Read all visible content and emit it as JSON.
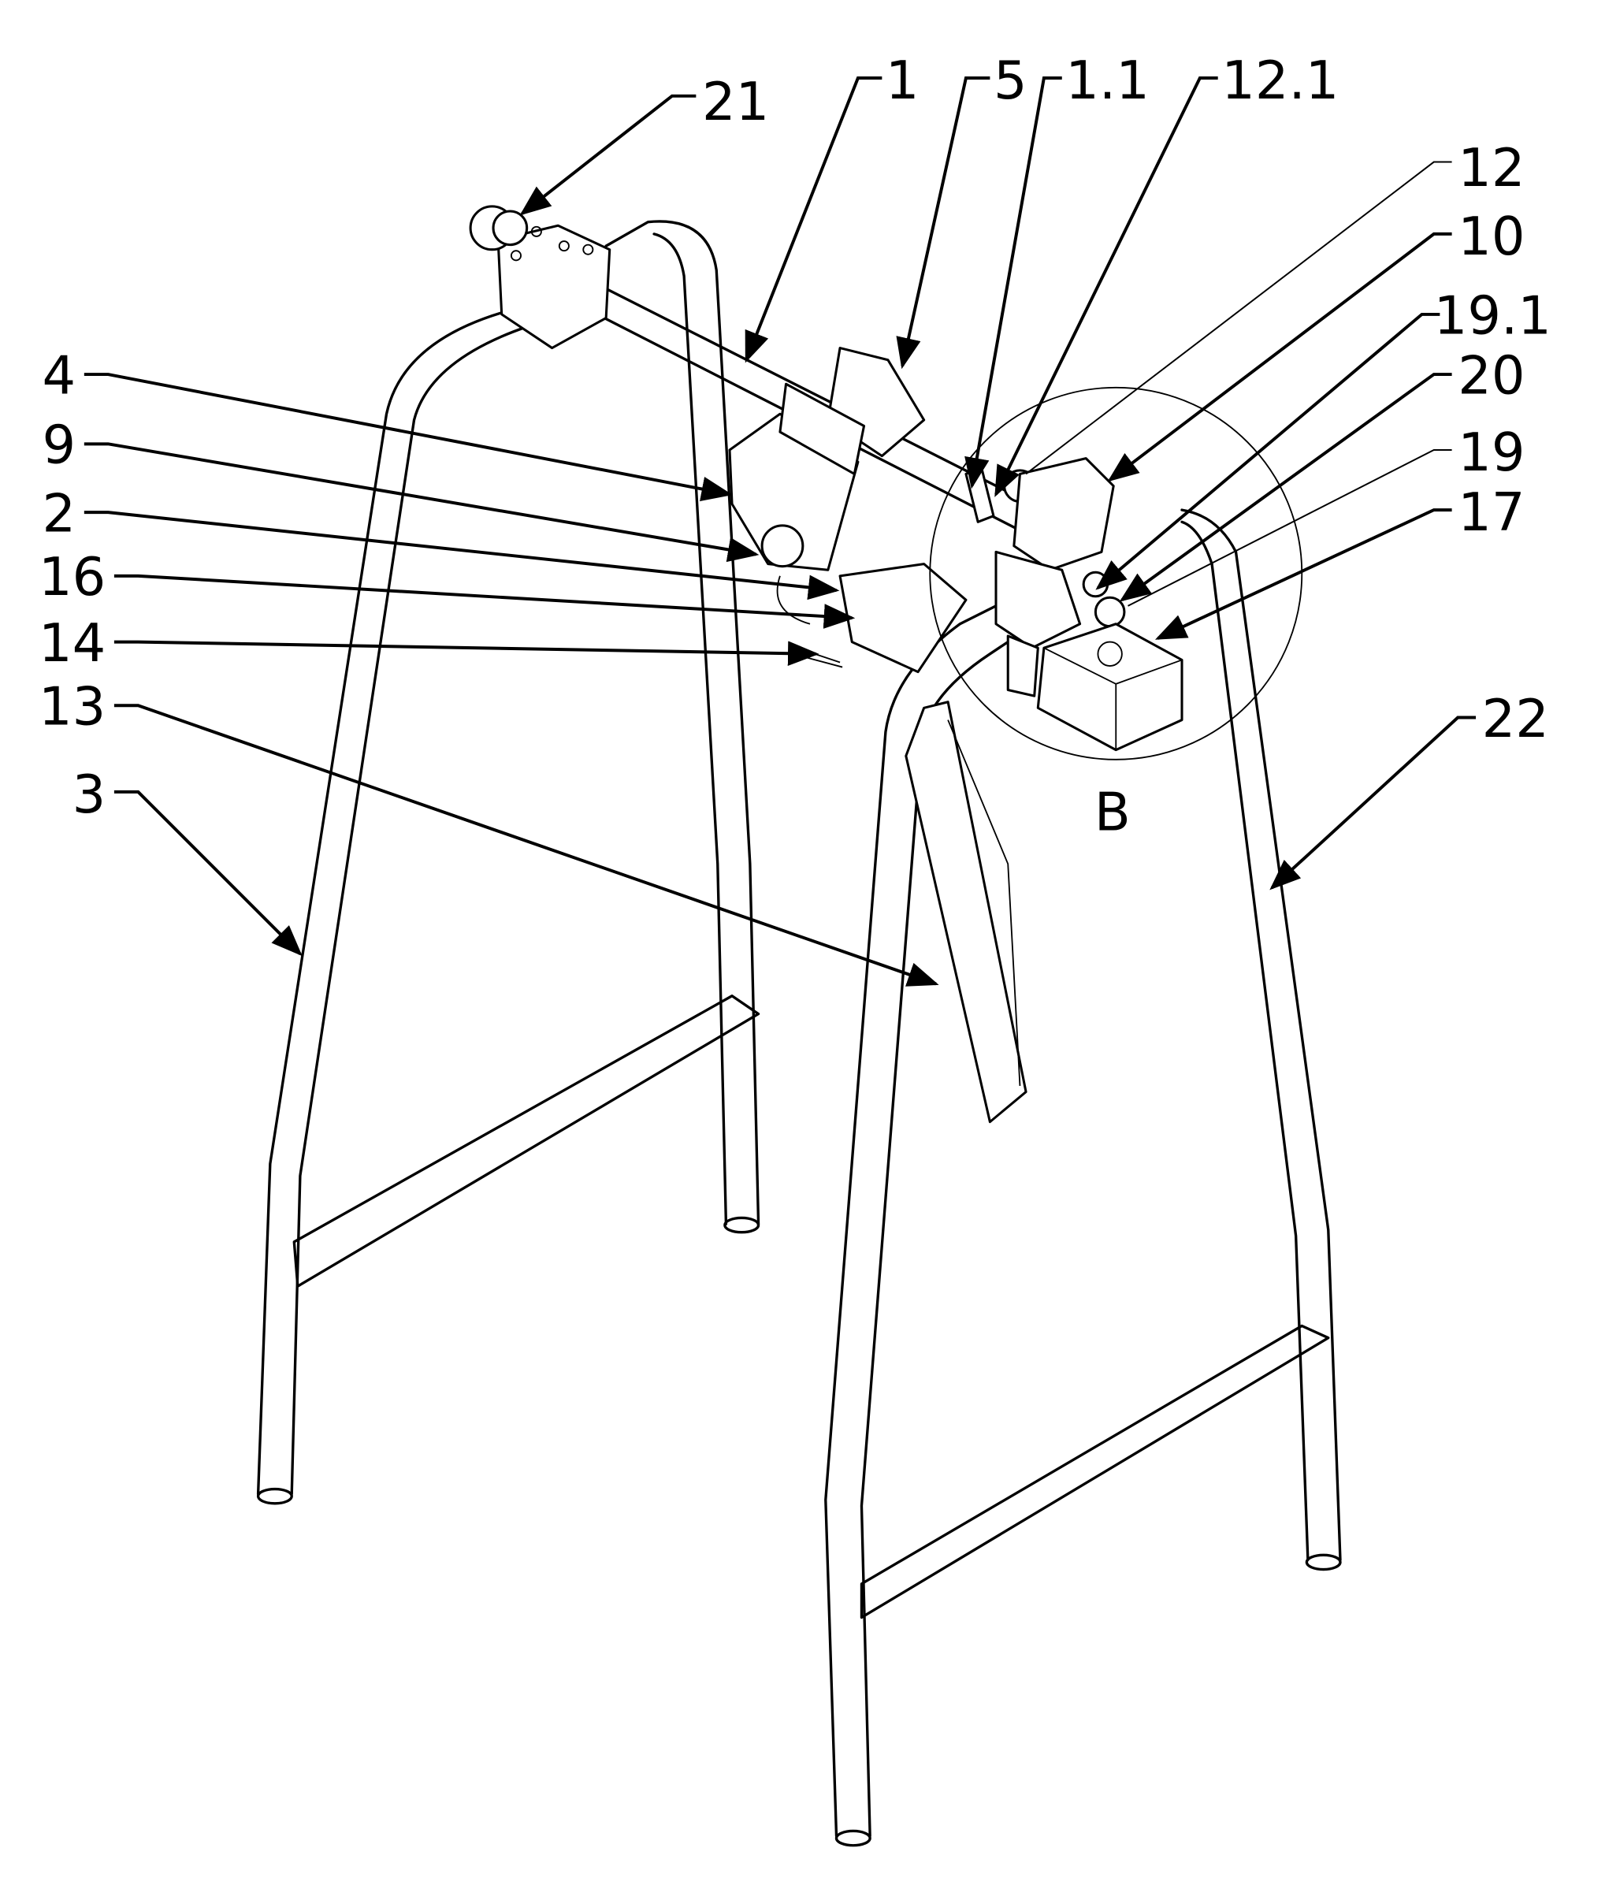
{
  "figure": {
    "detail_label": "B",
    "labels": {
      "l21": "21",
      "l1": "1",
      "l5": "5",
      "l1_1": "1.1",
      "l12_1": "12.1",
      "l12": "12",
      "l10": "10",
      "l19_1": "19.1",
      "l20": "20",
      "l19": "19",
      "l17": "17",
      "l4": "4",
      "l9": "9",
      "l2": "2",
      "l16": "16",
      "l14": "14",
      "l13": "13",
      "l3": "3",
      "l22": "22"
    }
  }
}
